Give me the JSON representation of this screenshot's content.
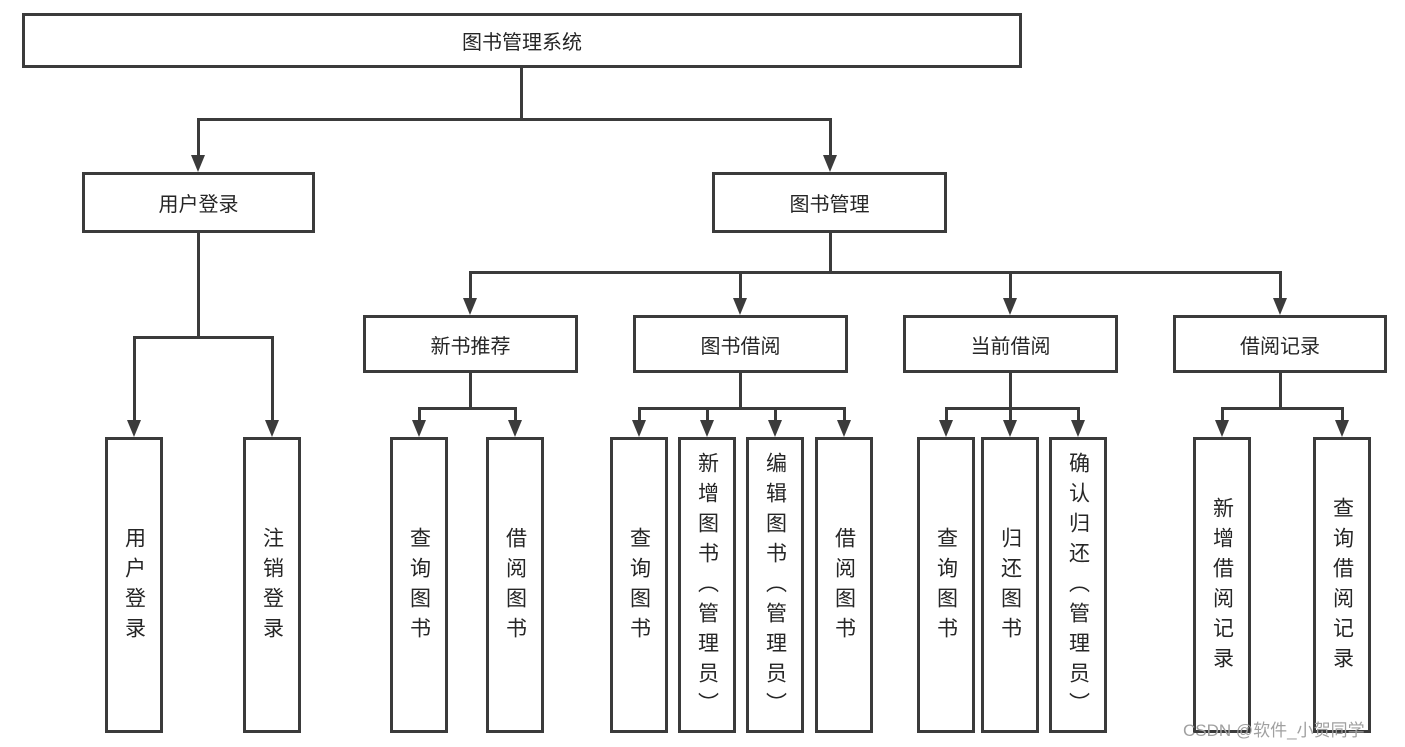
{
  "diagram": {
    "root": "图书管理系统",
    "branches": [
      "用户登录",
      "图书管理"
    ],
    "modules": [
      "新书推荐",
      "图书借阅",
      "当前借阅",
      "借阅记录"
    ],
    "leaves": [
      "用户登录",
      "注销登录",
      "查询图书",
      "借阅图书",
      "查询图书",
      "新增图书（管理员）",
      "编辑图书（管理员）",
      "借阅图书",
      "查询图书",
      "归还图书",
      "确认归还（管理员）",
      "新增借阅记录",
      "查询借阅记录"
    ],
    "watermark": "CSDN @软件_小贺同学",
    "colors": {
      "line": "#3b3b3b",
      "text": "#262626",
      "watermark": "#a0a0a0",
      "background": "#ffffff"
    }
  }
}
